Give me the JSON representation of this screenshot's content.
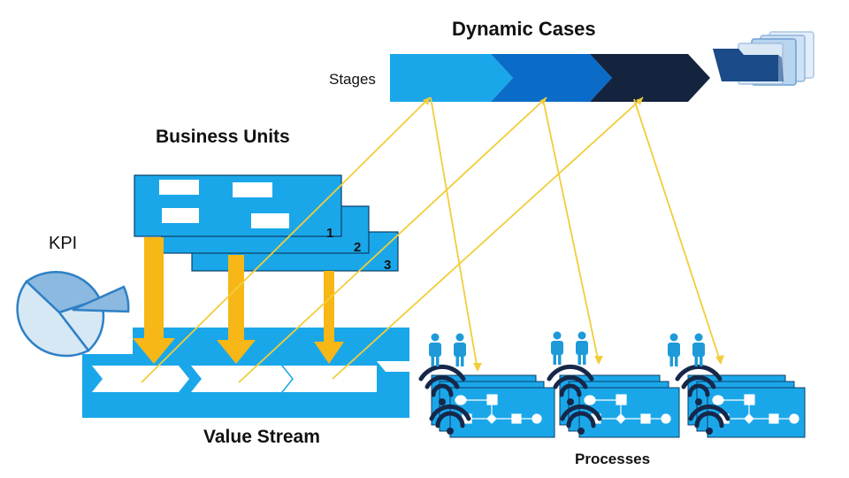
{
  "labels": {
    "dynamic_cases": "Dynamic Cases",
    "stages": "Stages",
    "business_units": "Business Units",
    "kpi": "KPI",
    "value_stream": "Value Stream",
    "processes": "Processes"
  },
  "business_unit_numbers": [
    "1",
    "2",
    "3"
  ],
  "colors": {
    "light_blue": "#1aa7ea",
    "mid_blue": "#0b6bc8",
    "dark_navy": "#14243f",
    "arrow_yellow": "#f7b716",
    "line_yellow": "#f2cd3a",
    "signal_navy": "#16284a",
    "person_blue": "#1e9ad8",
    "pie_light": "#d7e8f5",
    "pie_mid": "#8bb9e0",
    "pie_stroke": "#2f80c6"
  },
  "icons": [
    "folder-stack-icon",
    "pie-chart-icon",
    "person-icon",
    "wireless-signal-icon",
    "process-flow-icon"
  ]
}
